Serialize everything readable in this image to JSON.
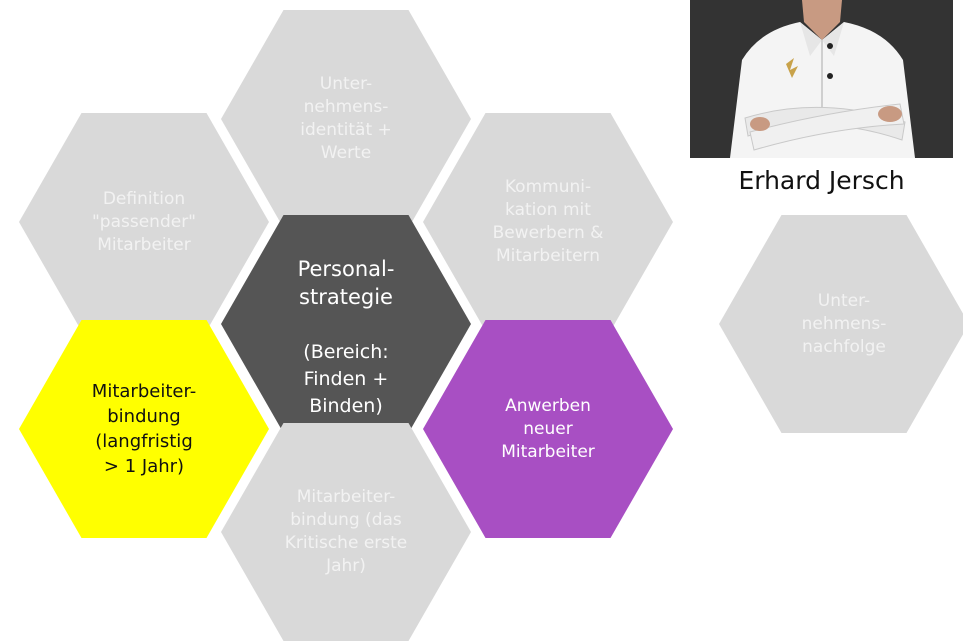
{
  "hexagons": {
    "top": "Unter-\nnehmens-\nidentität +\nWerte",
    "top_left": "Definition\n\"passender\"\nMitarbeiter",
    "top_right": "Kommuni-\nkation mit\nBewerbern &\nMitarbeitern",
    "center_title": "Personal-\nstrategie",
    "center_sub": "(Bereich:\nFinden +\nBinden)",
    "left": "Mitarbeiter-\nbindung\n(langfristig\n> 1 Jahr)",
    "right": "Anwerben\nneuer\nMitarbeiter",
    "bottom": "Mitarbeiter-\nbindung (das\nKritische erste\nJahr)",
    "side": "Unter-\nnehmens-\nnachfolge"
  },
  "person": {
    "name": "Erhard Jersch"
  },
  "colors": {
    "grey": "#d9d9d9",
    "dark": "#555555",
    "yellow": "#ffff00",
    "purple": "#a84fc3"
  }
}
